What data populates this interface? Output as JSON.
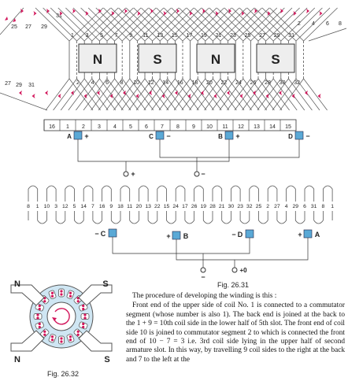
{
  "figure_top": {
    "top_numbers": [
      "25",
      "27",
      "29",
      "31",
      "2",
      "4",
      "6",
      "8"
    ],
    "upper_slot_numbers": [
      "1",
      "3",
      "5",
      "7",
      "9",
      "11",
      "13",
      "15",
      "17",
      "19",
      "21",
      "23",
      "25",
      "27",
      "29",
      "31"
    ],
    "lower_slot_numbers": [
      "2",
      "4",
      "6",
      "8",
      "10",
      "12",
      "14",
      "16",
      "18",
      "20",
      "22",
      "24",
      "26",
      "28",
      "30",
      "32"
    ],
    "left_lower_numbers": [
      "27",
      "29",
      "31"
    ],
    "poles": [
      "N",
      "S",
      "N",
      "S"
    ],
    "commutator_segments": [
      "16",
      "1",
      "2",
      "3",
      "4",
      "5",
      "6",
      "7",
      "8",
      "9",
      "10",
      "11",
      "12",
      "13",
      "14",
      "15"
    ],
    "brushes": [
      {
        "label": "A",
        "sign": "+"
      },
      {
        "label": "C",
        "sign": "−"
      },
      {
        "label": "B",
        "sign": "+"
      },
      {
        "label": "D",
        "sign": "−"
      }
    ],
    "terminal_plus": "+",
    "terminal_minus": "−"
  },
  "figure_developed": {
    "sequence": [
      "8",
      "1",
      "10",
      "3",
      "12",
      "5",
      "14",
      "7",
      "16",
      "9",
      "18",
      "11",
      "20",
      "13",
      "22",
      "15",
      "24",
      "17",
      "26",
      "19",
      "28",
      "21",
      "30",
      "23",
      "32",
      "25",
      "2",
      "27",
      "4",
      "29",
      "6",
      "31",
      "8",
      "1"
    ],
    "brushes": [
      {
        "label": "C",
        "sign": "−"
      },
      {
        "label": "B",
        "sign": "+"
      },
      {
        "label": "D",
        "sign": "−"
      },
      {
        "label": "A",
        "sign": "+"
      }
    ],
    "terminal_plus": "+0",
    "terminal_minus": "−"
  },
  "ring_figure": {
    "poles": [
      "N",
      "S",
      "N",
      "S"
    ],
    "caption": "Fig. 26.32"
  },
  "caption_main": "Fig. 26.31",
  "text": {
    "lead": "The procedure of developing the winding is this :",
    "body": "Front end of the upper side of coil No. 1 is connected to a commutator segment (whose number is also 1). The back end is joined at the back to the 1 + 9 = 10th coil side in the lower half of 5th slot. The front end of coil side 10 is joined to commutator segment 2 to which is connected the front end of 10 − 7 = 3 i.e. 3rd coil side lying in the upper half of second armature slot. In this way, by travelling 9 coil sides to the right at the back and 7 to the left at the"
  },
  "colors": {
    "winding": "#555555",
    "arrow": "#d2145a",
    "brush": "#5aa9d6",
    "pole_fill": "#eeeeee"
  }
}
